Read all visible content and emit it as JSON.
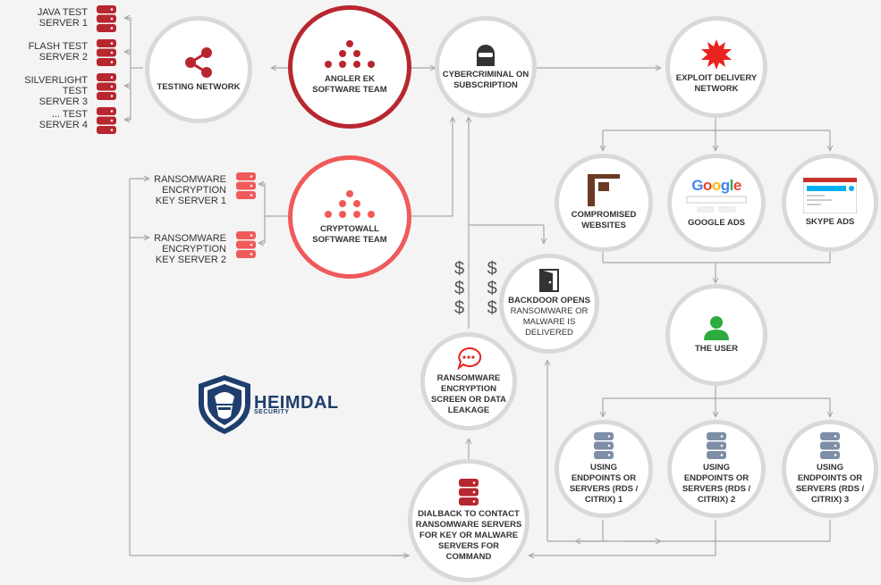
{
  "colors": {
    "dark_red": "#b8262f",
    "red": "#f05a5a",
    "gray_ring": "#d9d9d9",
    "line": "#a8a8a8",
    "green": "#2dab3f",
    "navy": "#1e3f6e"
  },
  "test_servers": [
    {
      "label": "JAVA TEST\nSERVER 1"
    },
    {
      "label": "FLASH TEST\nSERVER 2"
    },
    {
      "label": "SILVERLIGHT TEST\nSERVER 3"
    },
    {
      "label": "... TEST\nSERVER 4"
    }
  ],
  "key_servers": [
    {
      "label": "RANSOMWARE\nENCRYPTION\nKEY SERVER 1"
    },
    {
      "label": "RANSOMWARE\nENCRYPTION\nKEY SERVER 2"
    }
  ],
  "nodes": {
    "testing_network": {
      "label": "TESTING NETWORK",
      "icon": "share-icon"
    },
    "angler": {
      "label": "ANGLER EK\nSOFTWARE TEAM",
      "icon": "dots-triangle-icon"
    },
    "cybercriminal": {
      "label": "CYBERCRIMINAL ON\nSUBSCRIPTION",
      "icon": "hooded-figure-icon"
    },
    "exploit": {
      "label": "EXPLOIT DELIVERY\nNETWORK",
      "icon": "burst-icon"
    },
    "cryptowall": {
      "label": "CRYPTOWALL\nSOFTWARE TEAM",
      "icon": "dots-triangle-icon"
    },
    "compromised": {
      "label": "COMPROMISED\nWEBSITES",
      "icon": "website-icon"
    },
    "google_ads": {
      "label": "GOOGLE ADS",
      "icon": "google-logo"
    },
    "skype_ads": {
      "label": "SKYPE ADS",
      "icon": "skype-window-icon"
    },
    "backdoor": {
      "label": "BACKDOOR OPENS",
      "sub": "RANSOMWARE OR\nMALWARE IS\nDELIVERED",
      "icon": "door-icon"
    },
    "the_user": {
      "label": "THE USER",
      "icon": "user-icon"
    },
    "ransom_screen": {
      "label": "RANSOMWARE\nENCRYPTION\nSCREEN OR DATA\nLEAKAGE",
      "icon": "chat-bubble-icon"
    },
    "endpoints_1": {
      "label": "USING\nENDPOINTS OR\nSERVERS (RDS /\nCITRIX) 1",
      "icon": "server-icon"
    },
    "endpoints_2": {
      "label": "USING\nENDPOINTS OR\nSERVERS (RDS /\nCITRIX) 2",
      "icon": "server-icon"
    },
    "endpoints_3": {
      "label": "USING\nENDPOINTS OR\nSERVERS (RDS /\nCITRIX) 3",
      "icon": "server-icon"
    },
    "dialback": {
      "label": "DIALBACK TO CONTACT\nRANSOMWARE SERVERS\nFOR KEY OR MALWARE\nSERVERS FOR\nCOMMAND",
      "icon": "server-icon"
    }
  },
  "google": {
    "word": "Google"
  },
  "dollars": "$ $\n$ $\n$ $",
  "logo": {
    "name": "HEIMDAL",
    "tagline": "SECURITY"
  }
}
